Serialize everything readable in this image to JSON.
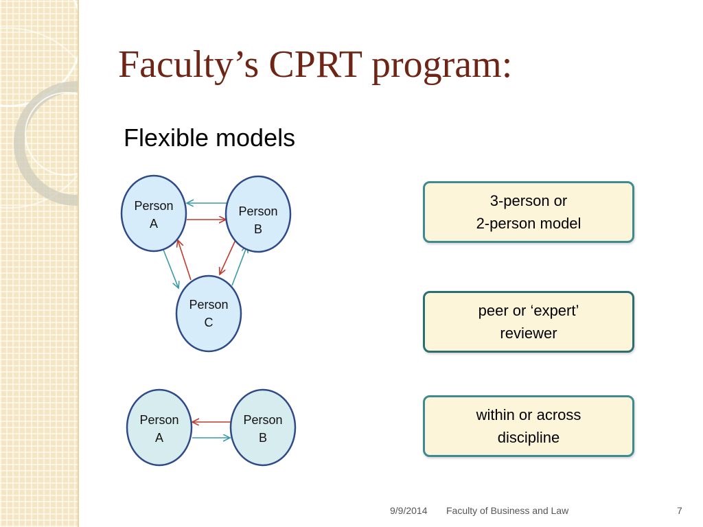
{
  "slide": {
    "title": "Faculty’s CPRT program:",
    "subtitle": "Flexible models"
  },
  "diagram_three": {
    "person_a": [
      "Person",
      "A"
    ],
    "person_b": [
      "Person",
      "B"
    ],
    "person_c": [
      "Person",
      "C"
    ]
  },
  "diagram_two": {
    "person_a": [
      "Person",
      "A"
    ],
    "person_b": [
      "Person",
      "B"
    ]
  },
  "callouts": [
    {
      "line1": "3-person or",
      "line2": "2-person model"
    },
    {
      "line1": "peer or ‘expert’",
      "line2": "reviewer"
    },
    {
      "line1": "within or across",
      "line2": "discipline"
    }
  ],
  "footer": {
    "date": "9/9/2014",
    "org": "Faculty of Business and Law",
    "page": "7"
  },
  "colors": {
    "title": "#6e2515",
    "node_fill_blue": "#d7ecfb",
    "node_fill_teal": "#d6ecee",
    "node_stroke": "#2f4a87",
    "arrow_red": "#c0392b",
    "arrow_teal": "#3a9aa6",
    "callout_fill": "#fdf5d9",
    "callout_border": "#3e8a91"
  }
}
